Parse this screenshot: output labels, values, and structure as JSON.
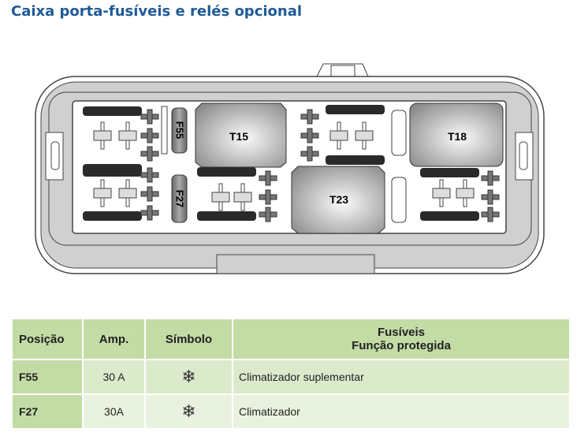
{
  "title": "Caixa porta-fusíveis e relés opcional",
  "diagram": {
    "fuses": [
      "F55",
      "F27"
    ],
    "relays": [
      "T15",
      "T18",
      "T23"
    ]
  },
  "table": {
    "headers": {
      "position": "Posição",
      "amp": "Amp.",
      "symbol": "Símbolo",
      "function_line1": "Fusíveis",
      "function_line2": "Função protegida"
    },
    "rows": [
      {
        "position": "F55",
        "amp": "30 A",
        "symbol": "snowflake-sun-icon",
        "function": "Climatizador suplementar"
      },
      {
        "position": "F27",
        "amp": "30A",
        "symbol": "snowflake-sun-icon",
        "function": "Climatizador"
      }
    ]
  }
}
